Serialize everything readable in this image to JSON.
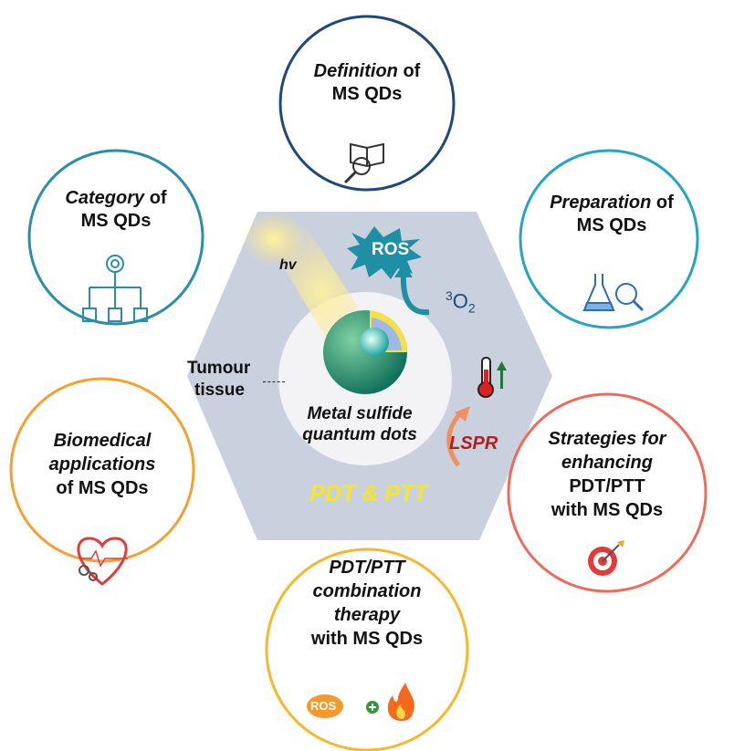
{
  "center": {
    "hv": "hv",
    "ros": "ROS",
    "o2_sup": "3",
    "o2": "O",
    "o2_sub": "2",
    "tumour_line1": "Tumour",
    "tumour_line2": "tissue",
    "qd_line1": "Metal sulfide",
    "qd_line2": "quantum dots",
    "lspr": "LSPR",
    "pdt_ptt": "PDT & PTT"
  },
  "circles": {
    "definition": {
      "l1": "Definition",
      "l1b": " of",
      "l2": "MS QDs",
      "color": "#1e4a75"
    },
    "category": {
      "l1": "Category",
      "l1b": " of",
      "l2": "MS QDs",
      "color": "#2b8ea8"
    },
    "preparation": {
      "l1": "Preparation",
      "l1b": " of",
      "l2": "MS QDs",
      "color": "#27a3c6"
    },
    "biomedical": {
      "l1": "Biomedical",
      "l2": "applications",
      "l3": "of MS QDs",
      "color": "#f5a030"
    },
    "strategies": {
      "l1": "Strategies for",
      "l2": "enhancing",
      "l3": "PDT/PTT",
      "l4": "with MS QDs",
      "color": "#f06a5a"
    },
    "combination": {
      "l1": "PDT/PTT",
      "l2": "combination",
      "l3": "therapy",
      "l4": "with MS QDs",
      "ros_badge": "ROS",
      "color": "#f7b72a"
    }
  }
}
